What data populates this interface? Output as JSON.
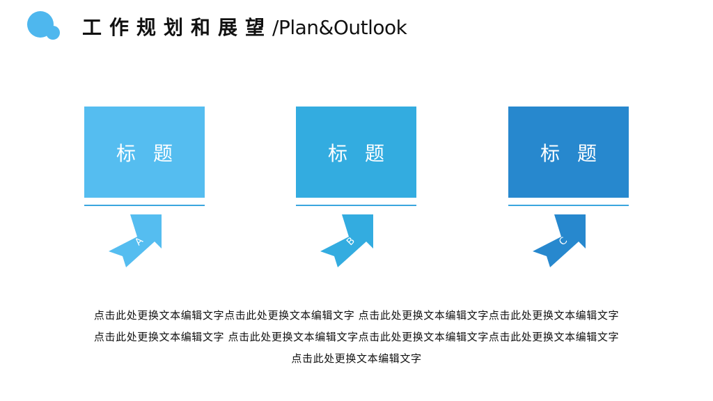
{
  "header": {
    "title_cn": "工作规划和展望",
    "title_en": "/Plan&Outlook"
  },
  "colors": {
    "logo": "#4EB7EE",
    "card_a": "#55BDF0",
    "card_b": "#33ACE0",
    "card_c": "#2788CE",
    "line": "#3AA6DE"
  },
  "cards": [
    {
      "label": "标 题",
      "arrow_letter": "A"
    },
    {
      "label": "标 题",
      "arrow_letter": "B"
    },
    {
      "label": "标 题",
      "arrow_letter": "C"
    }
  ],
  "body": {
    "line1": "点击此处更换文本编辑文字点击此处更换文本编辑文字 点击此处更换文本编辑文字点击此处更换文本编辑文字",
    "line2": "点击此处更换文本编辑文字 点击此处更换文本编辑文字点击此处更换文本编辑文字点击此处更换文本编辑文字",
    "line3": "点击此处更换文本编辑文字"
  }
}
